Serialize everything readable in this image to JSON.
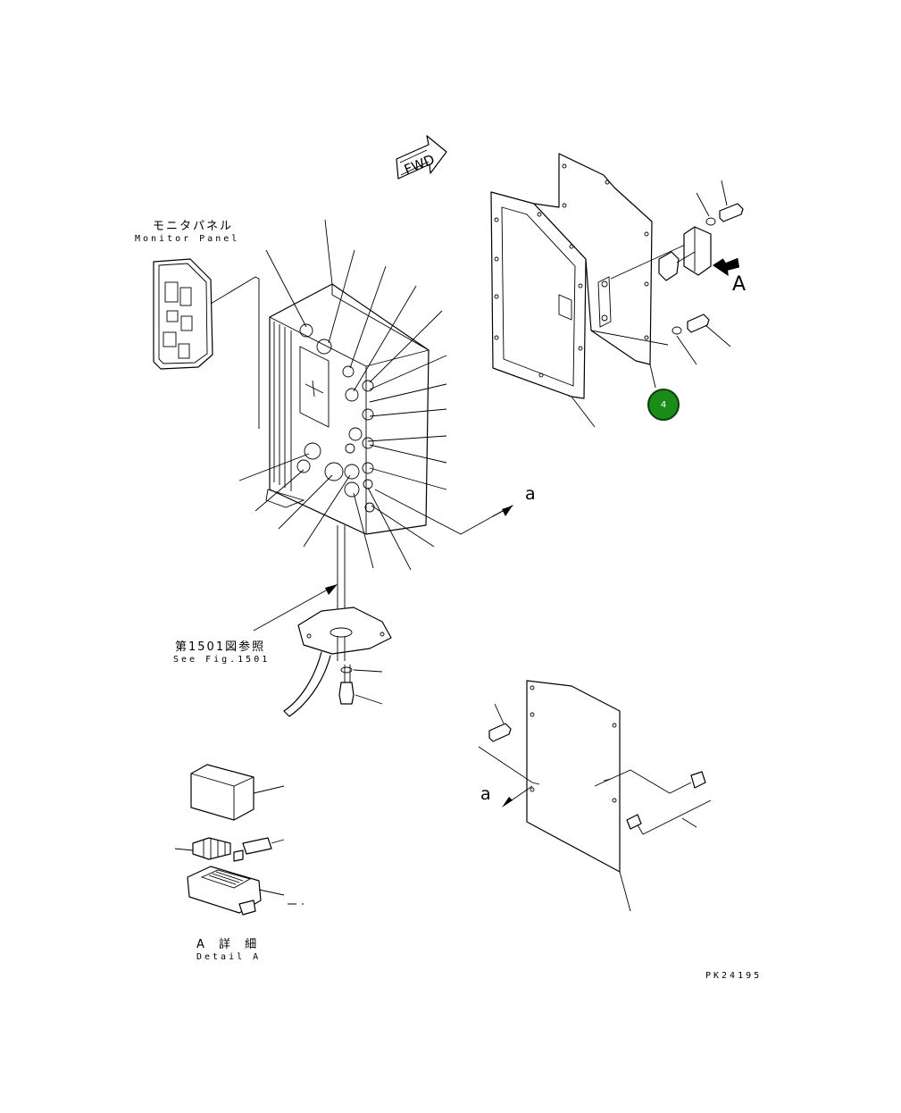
{
  "labels": {
    "monitor_panel_jp": "モニタパネル",
    "monitor_panel_en": "Monitor Panel",
    "see_fig_jp": "第1501図参照",
    "see_fig_en": "See Fig.1501",
    "detail_a_jp": "A 詳 細",
    "detail_a_en": "Detail A",
    "view_a": "A",
    "section_a_upper": "a",
    "section_a_lower": "a",
    "fwd": "FWD",
    "drawing_number": "PK24195"
  },
  "callout": {
    "number": "4",
    "color": "#1a8c1a"
  }
}
